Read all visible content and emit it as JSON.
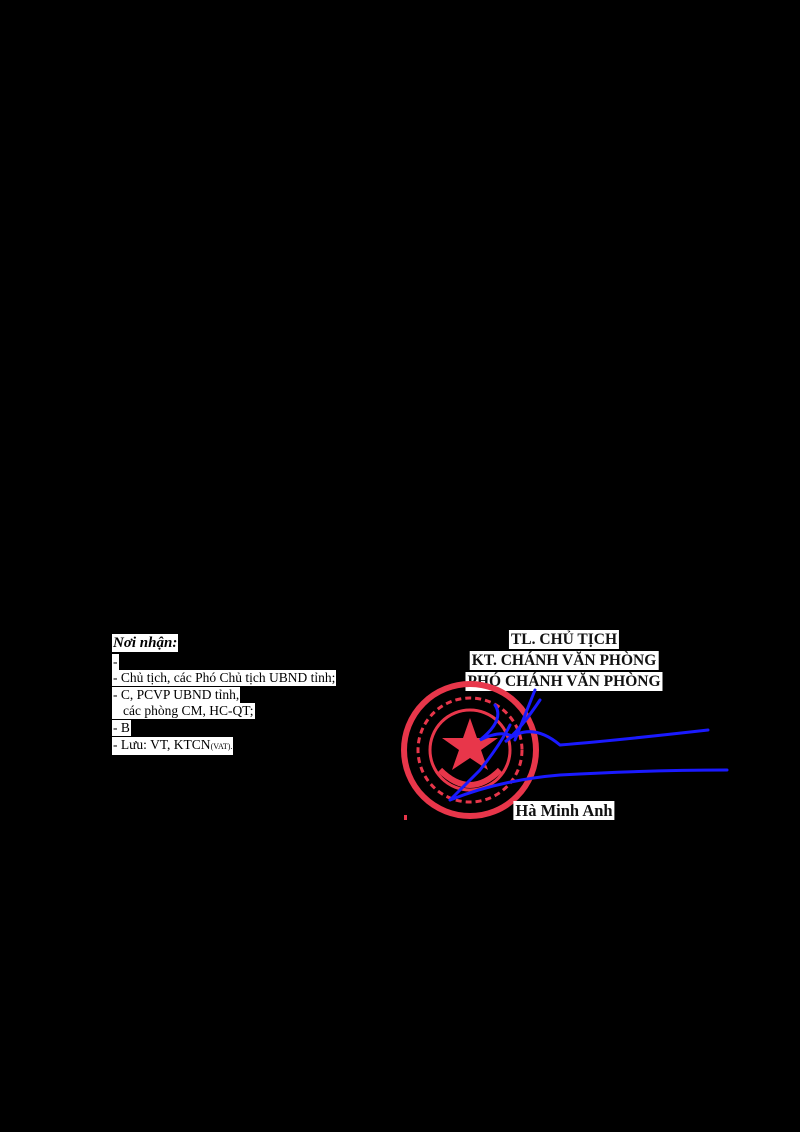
{
  "recipients": {
    "heading": "Nơi nhận:",
    "lines": [
      "- ",
      "- Chủ tịch, các Phó Chủ tịch UBND tỉnh;",
      "- C, PCVP UBND tỉnh,",
      "  các phòng CM, HC-QT;",
      "- B",
      "- Lưu: VT, KTCN"
    ],
    "archive_suffix": "(VAT)."
  },
  "signature_block": {
    "line1": "TL. CHỦ TỊCH",
    "line2": "KT. CHÁNH VĂN PHÒNG",
    "line3": "PHÓ CHÁNH VĂN PHÒNG",
    "signer": "Hà Minh Anh"
  },
  "colors": {
    "stamp": "#e8364a",
    "signature": "#1a1aff",
    "background": "#000000"
  }
}
